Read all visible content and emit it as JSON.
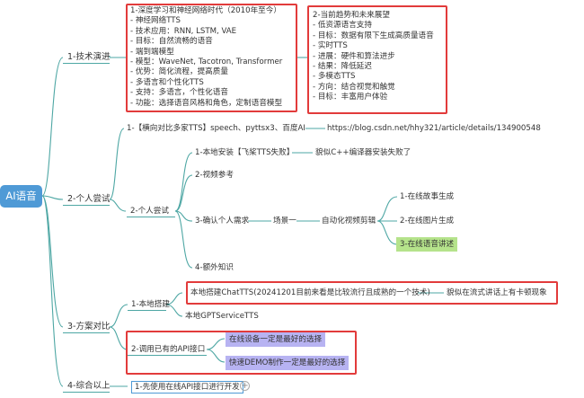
{
  "root": {
    "label": "AI语音"
  },
  "l1": {
    "tech": "1-技术演进",
    "personal": "2-个人尝试",
    "compare": "3-方案对比",
    "summary": "4-综合以上"
  },
  "tech_block1": [
    "1-深度学习和神经网络时代（2010年至今）",
    "- 神经网络TTS",
    "  - 技术应用：RNN, LSTM, VAE",
    "  - 目标：自然流畅的语音",
    "- 端到端模型",
    "  - 模型：WaveNet, Tacotron, Transformer",
    "  - 优势：简化流程，提高质量",
    "- 多语言和个性化TTS",
    "  - 支持：多语言，个性化语音",
    "  - 功能：选择语音风格和角色，定制语音模型"
  ],
  "tech_block2": [
    "2-当前趋势和未来展望",
    "- 低资源语言支持",
    "  - 目标：数据有限下生成高质量语音",
    "- 实时TTS",
    "  - 进展：硬件和算法进步",
    "  - 结果：降低延迟",
    "- 多模态TTS",
    "  - 方向：结合视觉和触觉",
    "  - 目标：丰富用户体验"
  ],
  "personal": {
    "horizontal": "1-【横向对比多家TTS】speech、pyttsx3、百度AI",
    "horizontal_url": "https://blog.csdn.net/hhy321/article/details/134900548",
    "attempt": "2-个人尝试",
    "local_install": "1-本地安装【飞桨TTS失败】",
    "local_install_note": "貌似C++编译器安装失败了",
    "video_ref": "2-视频参考",
    "needs": "3-确认个人需求",
    "scene": "场景一",
    "auto_edit": "自动化视频剪辑",
    "story": "1-在线故事生成",
    "image": "2-在线图片生成",
    "voice": "3-在线语音讲述",
    "extra": "4-额外知识"
  },
  "compare": {
    "local_build": "1-本地搭建",
    "chattts": "本地搭建ChatTTS(20241201目前来看是比较流行且成熟的一个技术)",
    "chattts_note": "貌似在流式讲话上有卡顿现象",
    "gpt_service": "本地GPTServiceTTS",
    "api": "2-调用已有的API接口",
    "api_online": "在线设备一定是最好的选择",
    "api_demo": "快速DEMO制作一定是最好的选择"
  },
  "summary": {
    "conclusion": "1-先使用在线API接口进行开发",
    "add": "+"
  },
  "colors": {
    "root": "#4f9ad6",
    "line": "#4ea7a4",
    "highlight_box": "#e23b3b",
    "green_tag": "#b5e38b",
    "purple_tag": "#b7b3f2"
  }
}
